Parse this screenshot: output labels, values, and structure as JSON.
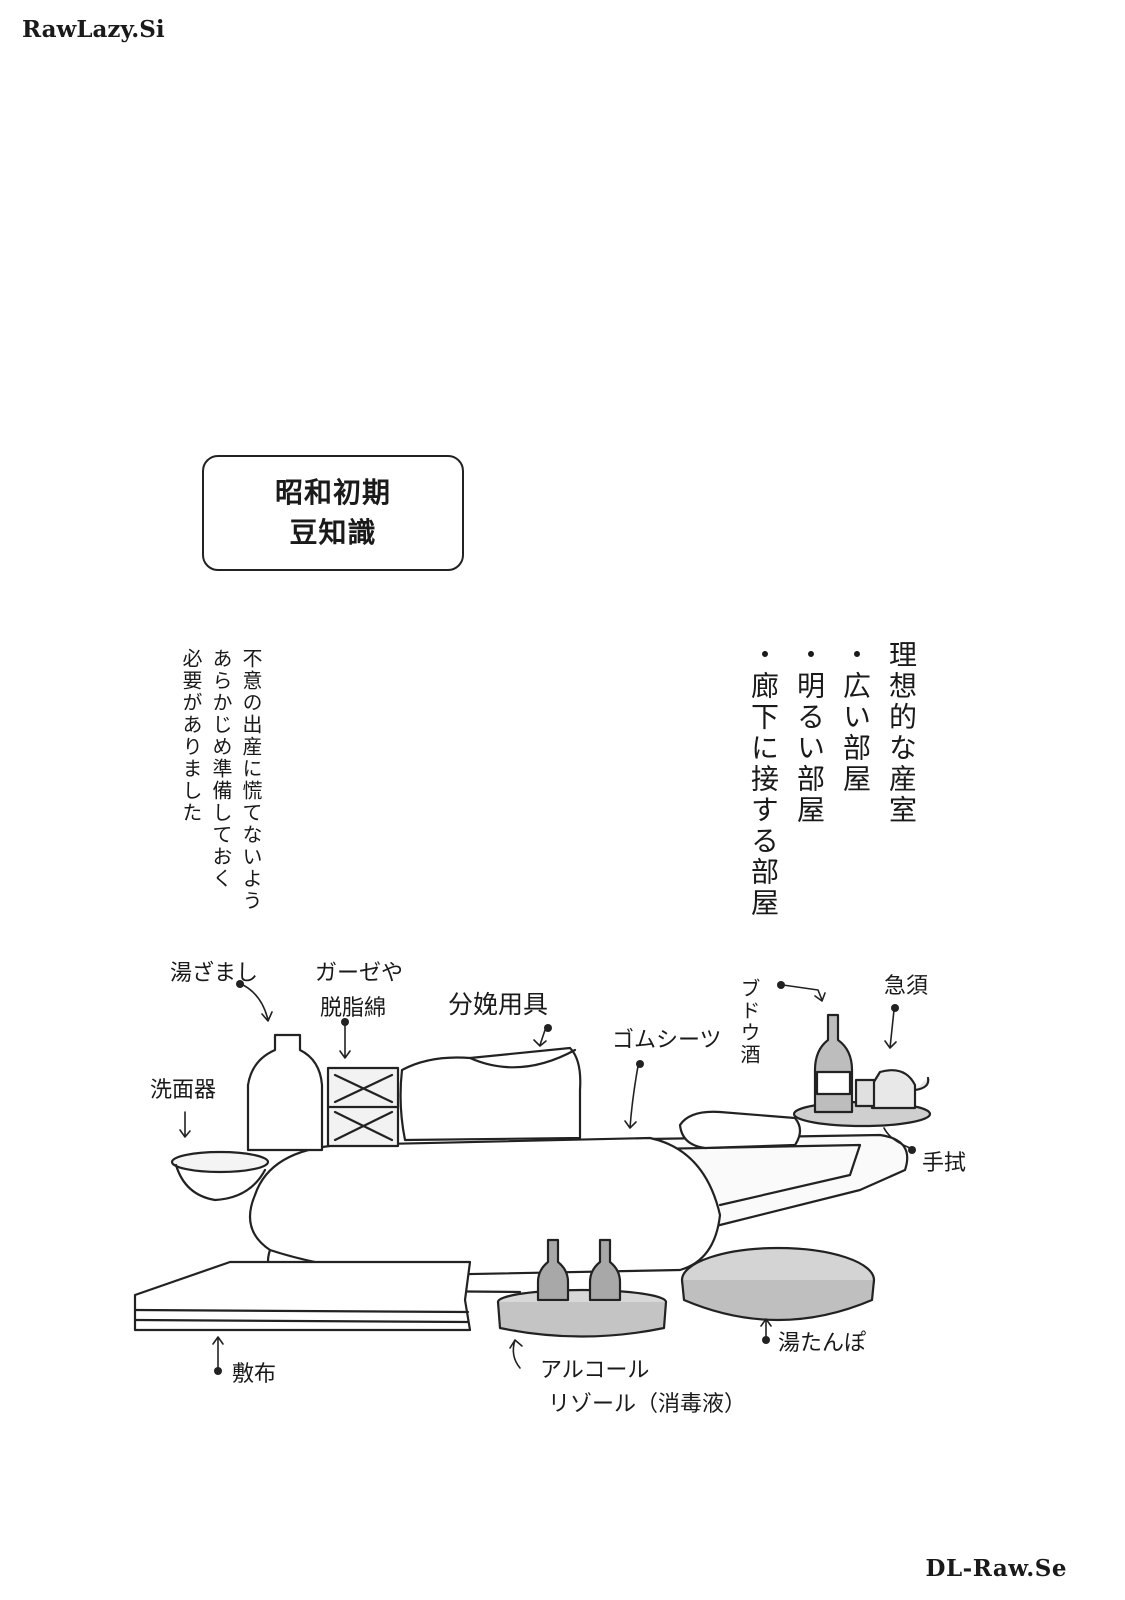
{
  "watermarks": {
    "top_left": "RawLazy.Si",
    "bottom_right": "DL-Raw.Se"
  },
  "title_box": {
    "line1": "昭和初期",
    "line2": "豆知識"
  },
  "note_lines": [
    "不意の出産に慌てないよう",
    "あらかじめ準備しておく",
    "必要がありました"
  ],
  "ideal_room": {
    "title": "理想的な産室",
    "items": [
      "・広い部屋",
      "・明るい部屋",
      "・廊下に接する部屋"
    ]
  },
  "labels": {
    "yuzamashi": "湯ざまし",
    "gauze": "ガーゼや",
    "cotton": "脱脂綿",
    "delivery": "分娩用具",
    "rubber_sheet": "ゴムシーツ",
    "wine": "ブドウ酒",
    "kyusu": "急須",
    "senmenki": "洗面器",
    "tenugui": "手拭",
    "shikifu": "敷布",
    "alcohol": "アルコール",
    "lysol": "リゾール（消毒液）",
    "yutanpo": "湯たんぽ"
  }
}
